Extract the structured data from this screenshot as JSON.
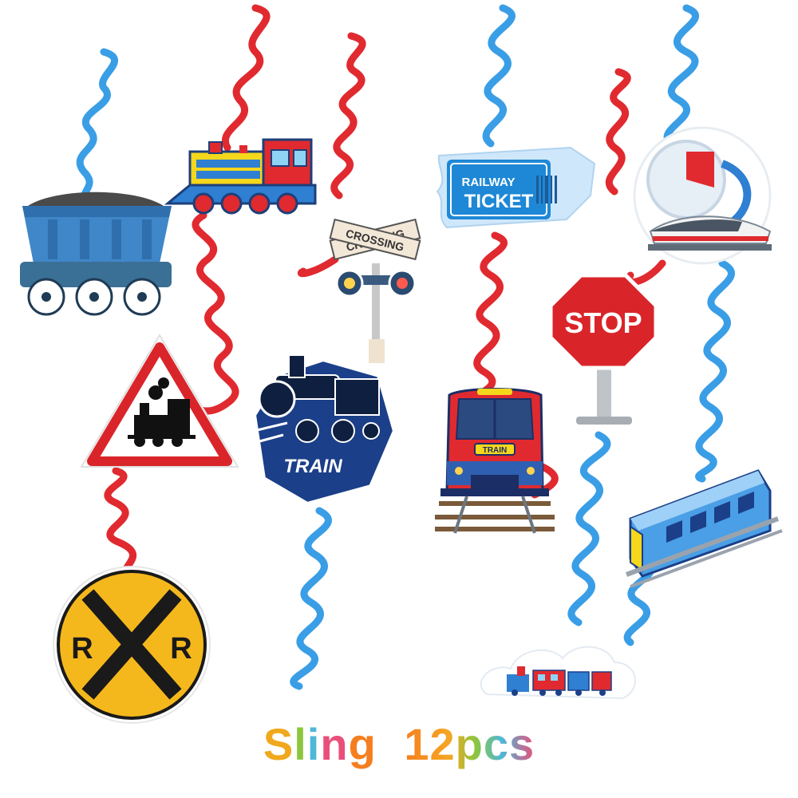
{
  "colors": {
    "swirl_blue": "#3a9ee6",
    "swirl_red": "#e02a2f",
    "sign_red": "#d9252a",
    "sign_yellow": "#f5b81c",
    "ticket_blue": "#1e88d6",
    "train_navy": "#1b2f66"
  },
  "items": {
    "crossing_sign": {
      "line1": "CROSSING",
      "line2": "CROSSING"
    },
    "ticket": {
      "line1": "RAILWAY",
      "line2": "TICKET"
    },
    "stop_sign": {
      "text": "STOP"
    },
    "steam_badge": {
      "text": "TRAIN"
    },
    "metro_train": {
      "plate": "TRAIN"
    },
    "rr_sign": {
      "left": "R",
      "right": "R"
    }
  },
  "caption": {
    "word": "Sling",
    "count": "12pcs",
    "word_colors": [
      "#f0a81c",
      "#8cc63f",
      "#4fb8d8",
      "#e94f7a",
      "#f57f20"
    ]
  }
}
